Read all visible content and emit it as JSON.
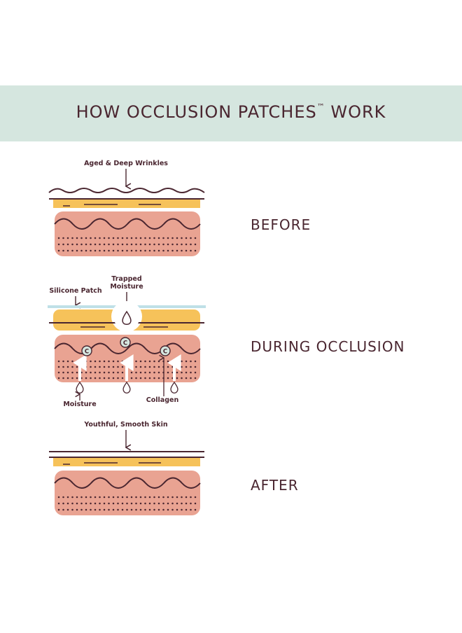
{
  "header": {
    "title": "HOW OCCLUSION PATCHES",
    "trademark": "™",
    "title_end": " WORK"
  },
  "stages": [
    {
      "label": "BEFORE",
      "annotations": [
        "Aged & Deep Wrinkles"
      ]
    },
    {
      "label": "DURING OCCLUSION",
      "annotations": [
        "Silicone Patch",
        "Trapped",
        "Moisture",
        "Moisture",
        "Collagen"
      ],
      "collagen_marker": "C"
    },
    {
      "label": "AFTER",
      "annotations": [
        "Youthful, Smooth Skin"
      ]
    }
  ],
  "colors": {
    "banner": "#d5e6df",
    "text": "#4a2630",
    "epidermis": "#f6c25a",
    "dermis": "#e9a392",
    "patch": "#bfe0e7"
  }
}
